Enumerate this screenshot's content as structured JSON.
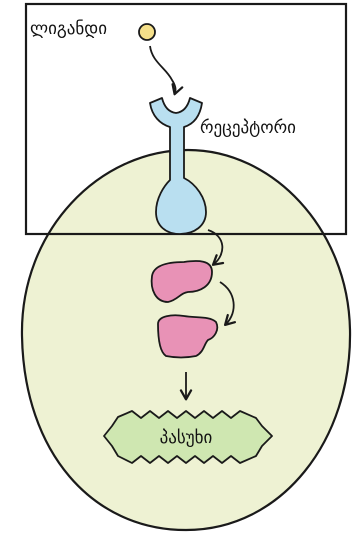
{
  "labels": {
    "ligand": "ლიგანდი",
    "receptor": "რეცეპტორი",
    "response": "პასუხი"
  },
  "colors": {
    "cell_fill": "#eef2d3",
    "ligand_fill": "#f5e08a",
    "receptor_fill": "#b9dff0",
    "relay_protein_fill": "#e892b6",
    "response_fill": "#cfe7b1",
    "outline": "#1a1a1a"
  }
}
